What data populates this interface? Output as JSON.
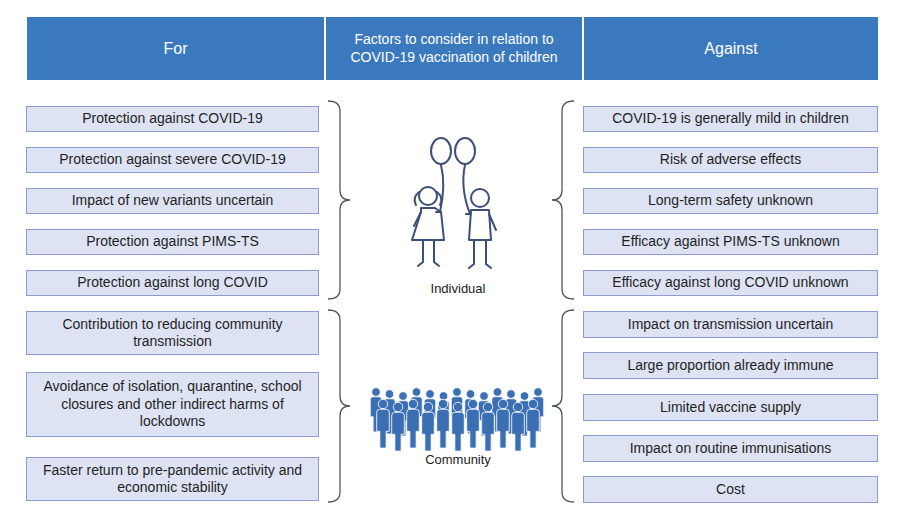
{
  "diagram": {
    "nodes": [
      {
        "text": [
          "For"
        ]
      },
      {
        "text": [
          "Factors to consider in relation to COVID-19 vaccination of children"
        ]
      },
      {
        "text": [
          "Against"
        ]
      },
      {
        "text": [
          "Protection against COVID-19"
        ]
      },
      {
        "text": [
          "Protection against severe COVID-19"
        ]
      },
      {
        "text": [
          "Impact of new variants uncertain"
        ]
      },
      {
        "text": [
          "Protection against PIMS-TS"
        ]
      },
      {
        "text": [
          "Protection against long COVID"
        ]
      },
      {
        "text": [
          "Contribution to reducing community transmission"
        ]
      },
      {
        "text": [
          "Avoidance of isolation, quarantine, school closures and other indirect harms of lockdowns"
        ]
      },
      {
        "text": [
          "Faster return to pre-pandemic activity and economic stability"
        ]
      },
      {
        "text": [
          "COVID-19 is generally mild in children"
        ]
      },
      {
        "text": [
          "Risk of adverse effects"
        ]
      },
      {
        "text": [
          "Long-term safety unknown"
        ]
      },
      {
        "text": [
          "Efficacy against PIMS-TS unknown"
        ]
      },
      {
        "text": [
          "Efficacy against long COVID unknown"
        ]
      },
      {
        "text": [
          "Impact on transmission uncertain"
        ]
      },
      {
        "text": [
          "Large proportion already immune"
        ]
      },
      {
        "text": [
          "Limited vaccine supply"
        ]
      },
      {
        "text": [
          "Impact on routine immunisations"
        ]
      },
      {
        "text": [
          "Cost"
        ]
      }
    ],
    "labels": [
      "Individual",
      "Community"
    ]
  }
}
